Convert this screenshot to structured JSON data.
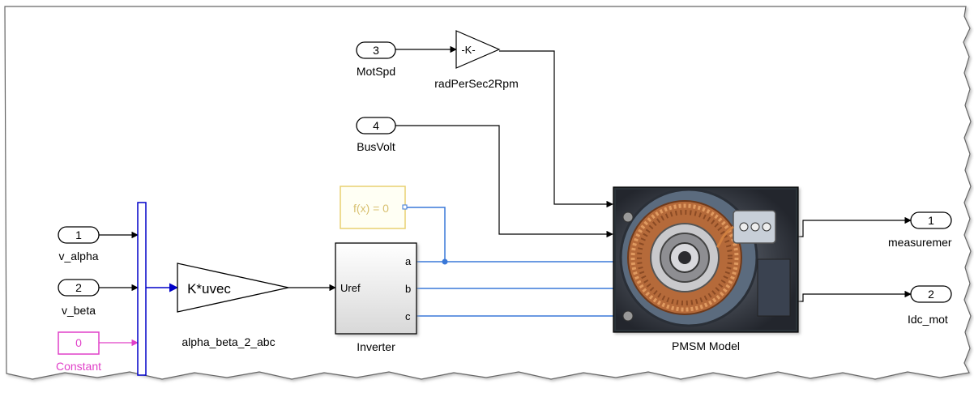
{
  "inports": [
    {
      "number": "3",
      "label": "MotSpd"
    },
    {
      "number": "4",
      "label": "BusVolt"
    },
    {
      "number": "1",
      "label": "v_alpha"
    },
    {
      "number": "2",
      "label": "v_beta"
    }
  ],
  "constant_block": {
    "value": "0",
    "label": "Constant",
    "color": "#e040c8"
  },
  "gain_block": {
    "text": "-K-",
    "label": "radPerSec2Rpm"
  },
  "fx_block": {
    "text": "f(x) = 0"
  },
  "transform_block": {
    "text": "K*uvec",
    "label": "alpha_beta_2_abc"
  },
  "inverter_block": {
    "label": "Inverter",
    "input_port": "Uref",
    "output_ports": [
      "a",
      "b",
      "c"
    ]
  },
  "motor_block": {
    "label": "PMSM Model"
  },
  "outports": [
    {
      "number": "1",
      "label": "measuremer"
    },
    {
      "number": "2",
      "label": "Idc_mot"
    }
  ],
  "colors": {
    "signal": "#000000",
    "bus": "#0000c8",
    "physical": "#3a78d8",
    "constant": "#e040c8",
    "fx_border": "#e8d070"
  }
}
